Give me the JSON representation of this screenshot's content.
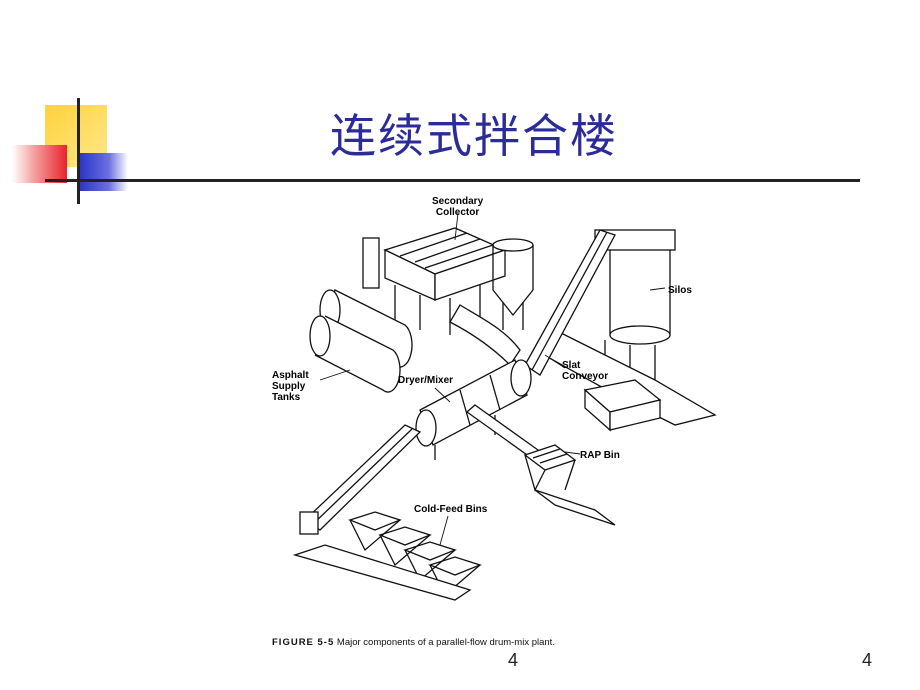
{
  "slide": {
    "title": "连续式拌合楼",
    "page_number_center": "4",
    "page_number_right": "4"
  },
  "figure": {
    "labels": {
      "secondary_collector": "Secondary\nCollector",
      "silos": "Silos",
      "asphalt_supply_tanks": "Asphalt\nSupply\nTanks",
      "dryer_mixer": "Dryer/Mixer",
      "slat_conveyor": "Slat\nConveyor",
      "rap_bin": "RAP Bin",
      "cold_feed_bins": "Cold-Feed Bins"
    },
    "caption_number": "FIGURE 5-5",
    "caption_text": "Major components of a parallel-flow drum-mix plant."
  },
  "colors": {
    "title": "#2b2b9a",
    "deco_yellow": "#ffd23c",
    "deco_red": "#e8222d",
    "deco_blue": "#2d34c8"
  }
}
